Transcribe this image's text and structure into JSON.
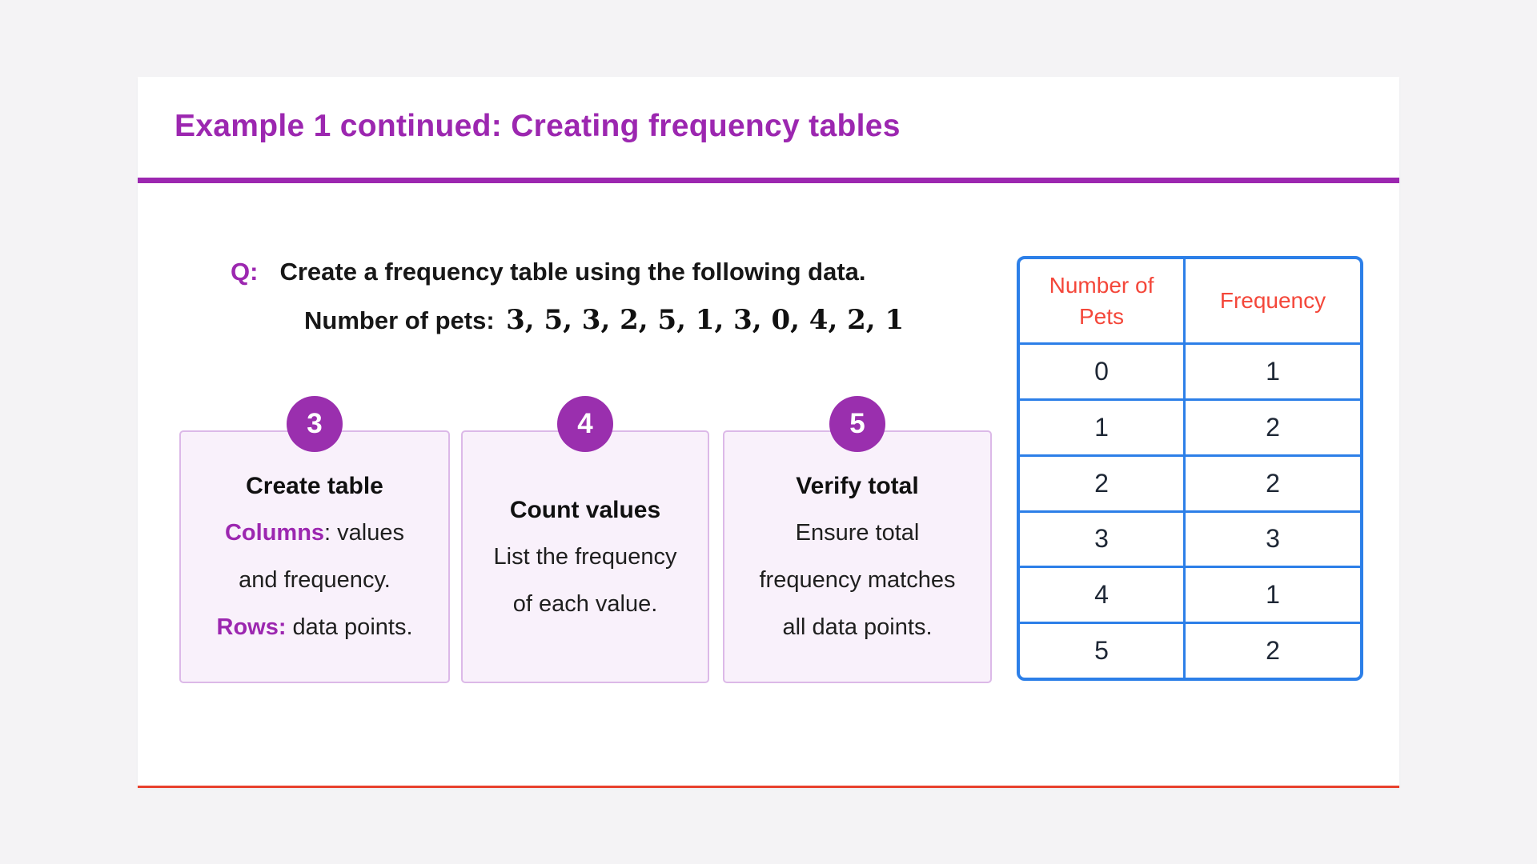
{
  "colors": {
    "page_bg": "#f4f3f5",
    "accent_purple": "#9c27b0",
    "badge_purple": "#9a2fae",
    "card_bg": "#f9f1fb",
    "card_border": "#dcb9e8",
    "table_blue": "#2c7fe8",
    "table_header_red": "#f4473a",
    "cell_text": "#1e2735",
    "bottom_line_red": "#e8402c"
  },
  "header": {
    "title": "Example 1 continued: Creating frequency tables"
  },
  "question": {
    "prefix": "Q:",
    "text": "Create a frequency table using the following data.",
    "data_label": "Number of pets:",
    "data_values": "3, 5, 3, 2, 5, 1, 3, 0, 4, 2, 1"
  },
  "steps": [
    {
      "number": "3",
      "title": "Create table",
      "lines": [
        {
          "accent": "Columns",
          "rest": ": values"
        },
        {
          "rest": "and frequency."
        },
        {
          "accent": "Rows:",
          "rest": " data points."
        }
      ]
    },
    {
      "number": "4",
      "title": "Count values",
      "lines": [
        {
          "rest": "List the frequency"
        },
        {
          "rest": "of each value."
        }
      ]
    },
    {
      "number": "5",
      "title": "Verify total",
      "lines": [
        {
          "rest": "Ensure total"
        },
        {
          "rest": "frequency matches"
        },
        {
          "rest": "all data points."
        }
      ]
    }
  ],
  "table": {
    "headers": [
      "Number of Pets",
      "Frequency"
    ],
    "rows": [
      [
        "0",
        "1"
      ],
      [
        "1",
        "2"
      ],
      [
        "2",
        "2"
      ],
      [
        "3",
        "3"
      ],
      [
        "4",
        "1"
      ],
      [
        "5",
        "2"
      ]
    ]
  }
}
